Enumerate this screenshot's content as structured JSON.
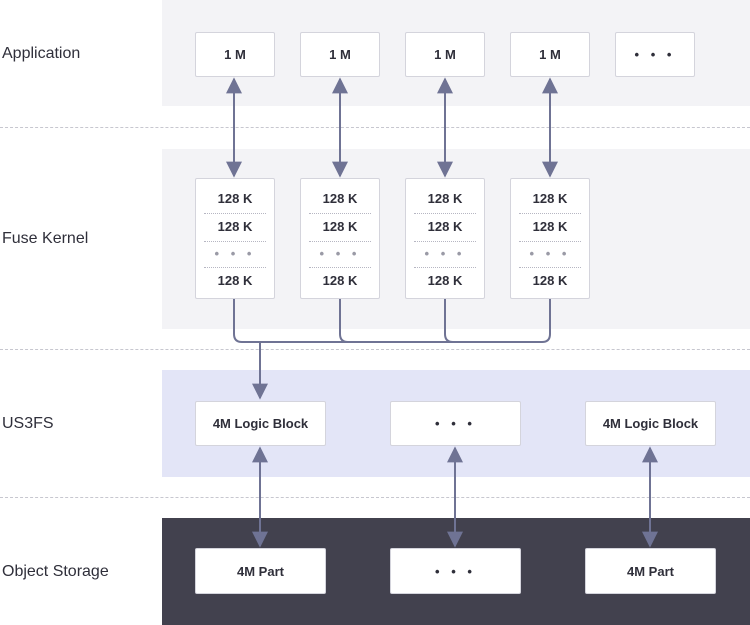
{
  "layers": {
    "application": "Application",
    "fuse_kernel": "Fuse Kernel",
    "us3fs": "US3FS",
    "object_storage": "Object Storage"
  },
  "application_blocks": [
    "1 M",
    "1 M",
    "1 M",
    "1 M",
    "• • •"
  ],
  "kernel_blocks": [
    [
      "128 K",
      "128 K",
      "• • •",
      "128 K"
    ],
    [
      "128 K",
      "128 K",
      "• • •",
      "128 K"
    ],
    [
      "128 K",
      "128 K",
      "• • •",
      "128 K"
    ],
    [
      "128 K",
      "128 K",
      "• • •",
      "128 K"
    ]
  ],
  "us3fs_blocks": [
    "4M Logic Block",
    "• • •",
    "4M Logic Block"
  ],
  "object_parts": [
    "4M Part",
    "• • •",
    "4M Part"
  ],
  "colors": {
    "layer_light": "#f3f3f6",
    "layer_us3fs": "#e3e5f7",
    "layer_object": "#42414e",
    "arrow": "#6f7394"
  }
}
